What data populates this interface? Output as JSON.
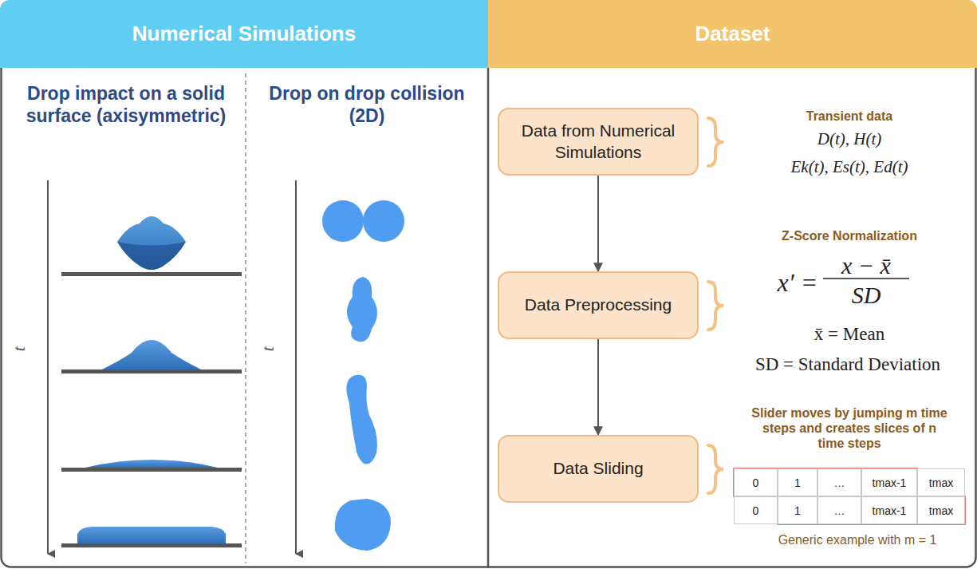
{
  "diagram": {
    "nodes": [
      {
        "text": [
          "Numerical Simulations"
        ]
      },
      {
        "text": [
          "Dataset"
        ]
      },
      {
        "text": [
          "Data from Numerical Simulations"
        ]
      },
      {
        "text": [
          "Data Preprocessing"
        ]
      },
      {
        "text": [
          "Data Sliding"
        ]
      }
    ],
    "edges": [
      {
        "from": 2,
        "to": 3,
        "arrow": "to"
      },
      {
        "from": 3,
        "to": 4,
        "arrow": "to"
      }
    ],
    "labels": [
      "Drop impact on a solid surface (axisymmetric)",
      "Drop on drop collision (2D)",
      "t",
      "t",
      "Transient data",
      "D(t), H(t)",
      "Ek(t), Es(t), Ed(t)",
      "Z-Score Normalization",
      "x′ =",
      "x − x̄",
      "SD",
      "x̄ = Mean",
      "SD = Standard Deviation",
      "Slider moves by jumping m time steps and creates slices of n time steps",
      "0",
      "1",
      "…",
      "tmax-1",
      "tmax",
      "0",
      "1",
      "…",
      "tmax-1",
      "tmax",
      "Generic example with m = 1"
    ]
  }
}
